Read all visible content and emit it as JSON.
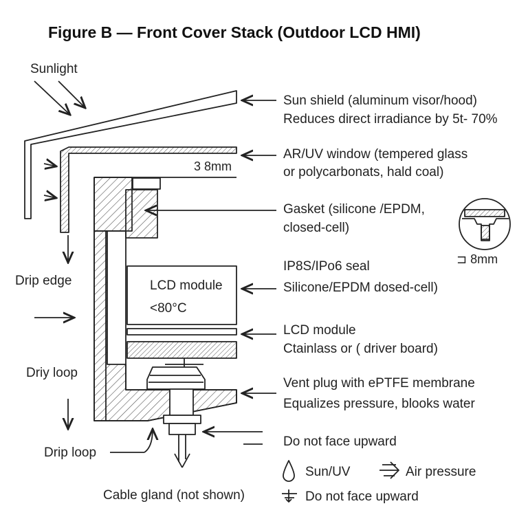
{
  "title": "Figure B — Front Cover Stack (Outdoor LCD HMI)",
  "left_labels": {
    "sunlight": "Sunlight",
    "drip_edge": "Drip edge",
    "drip_loop_upper": "Driy loop",
    "drip_loop_lower": "Drip loop",
    "cable_gland": "Cable gland (not shown)"
  },
  "inner_labels": {
    "thickness_window": "3 8mm",
    "lcd_module": "LCD module",
    "temperature": "<80°C",
    "detail_thickness": "⊐ 8mm"
  },
  "callouts": [
    {
      "line1": "Sun shield (aluminum visor/hood)",
      "line2": "Reduces direct irradiance by 5t- 70%"
    },
    {
      "line1": "AR/UV window (tempered glass",
      "line2": "or polycarbonats, hald coal)"
    },
    {
      "line1": "Gasket (silicone /EPDM,",
      "line2": "closed-cell)"
    },
    {
      "line1": "IP8S/IPo6 seal",
      "line2": "Silicone/EPDM dosed-cell)"
    },
    {
      "line1": "LCD module",
      "line2": "Ctainlass or ( driver board)"
    },
    {
      "line1": "Vent plug with ePTFE membrane",
      "line2": "Equalizes pressure, blooks water"
    },
    {
      "line1": "Do not face upward",
      "line2": ""
    }
  ],
  "legend": {
    "sun_uv": "Sun/UV",
    "air_pressure": "Air pressure",
    "do_not_face": "Do not face upward"
  },
  "colors": {
    "ink": "#222222",
    "hatch": "#555555",
    "background": "#ffffff"
  }
}
